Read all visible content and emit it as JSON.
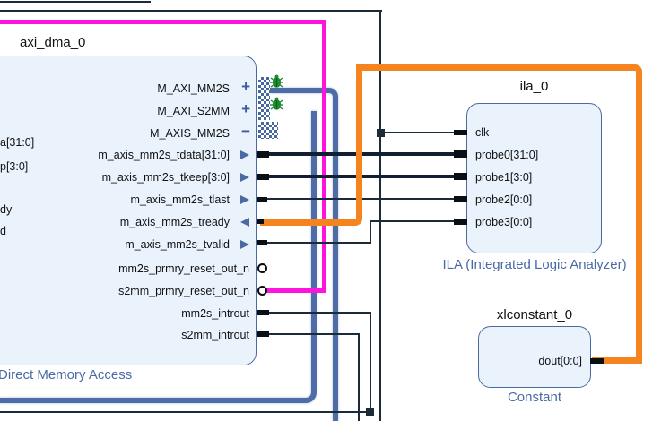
{
  "diagram": "vivado-block-design",
  "colors": {
    "block_fill": "#eaf2fc",
    "block_border": "#4a6aa4",
    "caption_text": "#4a6aa4",
    "net_dark": "#1c2b3a",
    "net_bus": "#111f30",
    "net_interface_blue": "#4e6da6",
    "net_magenta": "#ff14dd",
    "net_orange": "#f5831e",
    "debug_bug_green": "#1e8a2e"
  },
  "icons": {
    "plus": "+",
    "minus": "−",
    "output_arrow": "right-triangle",
    "input_arrow": "left-triangle",
    "inverted_pin": "circle",
    "debug_marker": "green-bug"
  },
  "blocks": {
    "axi_dma": {
      "title": "axi_dma_0",
      "caption": "Direct Memory Access",
      "left_port_fragments": [
        {
          "label": "a[31:0]"
        },
        {
          "label": "p[3:0]"
        },
        {
          "label": "dy"
        },
        {
          "label": "d"
        }
      ],
      "right_ports": [
        {
          "label": "M_AXI_MM2S",
          "icon": "plus"
        },
        {
          "label": "M_AXI_S2MM",
          "icon": "plus"
        },
        {
          "label": "M_AXIS_MM2S",
          "icon": "minus"
        },
        {
          "label": "m_axis_mm2s_tdata[31:0]",
          "icon": "output_arrow"
        },
        {
          "label": "m_axis_mm2s_tkeep[3:0]",
          "icon": "output_arrow"
        },
        {
          "label": "m_axis_mm2s_tlast",
          "icon": "output_arrow"
        },
        {
          "label": "m_axis_mm2s_tready",
          "icon": "input_arrow"
        },
        {
          "label": "m_axis_mm2s_tvalid",
          "icon": "output_arrow"
        },
        {
          "label": "mm2s_prmry_reset_out_n",
          "icon": "inverted_pin"
        },
        {
          "label": "s2mm_prmry_reset_out_n",
          "icon": "inverted_pin"
        },
        {
          "label": "mm2s_introut",
          "icon": "none"
        },
        {
          "label": "s2mm_introut",
          "icon": "none"
        }
      ]
    },
    "ila": {
      "title": "ila_0",
      "caption": "ILA (Integrated Logic Analyzer)",
      "ports": [
        {
          "label": "clk"
        },
        {
          "label": "probe0[31:0]"
        },
        {
          "label": "probe1[3:0]"
        },
        {
          "label": "probe2[0:0]"
        },
        {
          "label": "probe3[0:0]"
        }
      ]
    },
    "xlconstant": {
      "title": "xlconstant_0",
      "caption": "Constant",
      "ports": [
        {
          "label": "dout[0:0]"
        }
      ]
    }
  }
}
